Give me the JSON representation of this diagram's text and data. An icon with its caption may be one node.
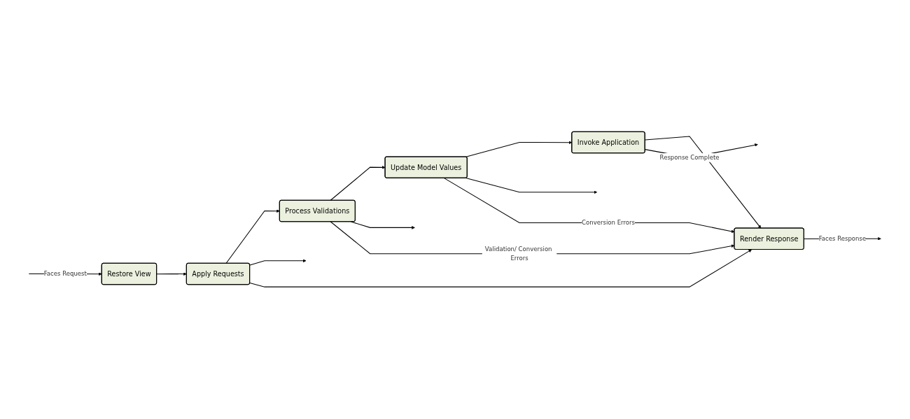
{
  "diagram": {
    "nodes": [
      {
        "text": [
          "Restore View"
        ]
      },
      {
        "text": [
          "Apply Requests"
        ]
      },
      {
        "text": [
          "Process Validations"
        ]
      },
      {
        "text": [
          "Update Model Values"
        ]
      },
      {
        "text": [
          "Invoke Application"
        ]
      },
      {
        "text": [
          "Render Response"
        ]
      }
    ],
    "edges": [
      {
        "from": null,
        "to": 0,
        "arrow": "to",
        "label": "Faces Request"
      },
      {
        "from": 0,
        "to": 1,
        "arrow": "to"
      },
      {
        "from": 1,
        "to": 2,
        "arrow": "to"
      },
      {
        "from": 2,
        "to": 3,
        "arrow": "to"
      },
      {
        "from": 3,
        "to": 4,
        "arrow": "to"
      },
      {
        "from": 4,
        "to": 5,
        "arrow": "to"
      },
      {
        "from": 1,
        "to": null,
        "arrow": "to"
      },
      {
        "from": 2,
        "to": null,
        "arrow": "to"
      },
      {
        "from": 3,
        "to": null,
        "arrow": "to"
      },
      {
        "from": 4,
        "to": null,
        "arrow": "to",
        "label": "Response Complete"
      },
      {
        "from": 5,
        "to": null,
        "arrow": "to",
        "label": "Faces Response"
      },
      {
        "from": 3,
        "to": 5,
        "arrow": "to",
        "label": "Conversion Errors"
      },
      {
        "from": 2,
        "to": 5,
        "arrow": "to",
        "label": "Validation/ Conversion Errors"
      },
      {
        "from": 1,
        "to": 5,
        "arrow": "to"
      }
    ]
  }
}
